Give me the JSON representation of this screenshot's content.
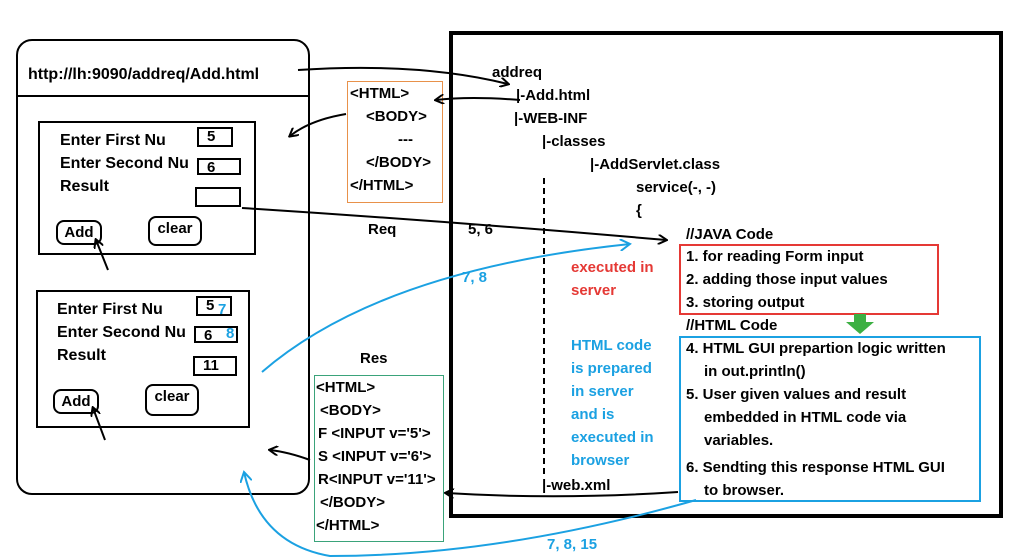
{
  "browser": {
    "url": "http://lh:9090/addreq/Add.html",
    "form1": {
      "label_first": "Enter First Nu",
      "label_second": "Enter Second Nu",
      "label_result": "Result",
      "value_first": "5",
      "value_second": "6",
      "value_result": "",
      "add_label": "Add",
      "clear_label": "clear"
    },
    "form2": {
      "label_first": "Enter First Nu",
      "label_second": "Enter Second Nu",
      "label_result": "Result",
      "value_first": "5",
      "value_first_overwrite": "7",
      "value_second": "6",
      "value_second_overwrite": "8",
      "value_result": "11",
      "add_label": "Add",
      "clear_label": "clear"
    }
  },
  "request_html": {
    "lines": [
      "<HTML>",
      "<BODY>",
      "---",
      "</BODY>",
      "</HTML>"
    ]
  },
  "labels": {
    "req": "Req",
    "req_steps": "5, 6",
    "res": "Res",
    "res_steps_top": "7, 8",
    "res_steps_bottom": "7, 8, 15"
  },
  "response_html": {
    "lines": [
      "<HTML>",
      "<BODY>",
      "F <INPUT v='5'>",
      "S <INPUT v='6'>",
      "R<INPUT v='11'>",
      "</BODY>",
      "</HTML>"
    ]
  },
  "server": {
    "tree": {
      "root": "addreq",
      "add_html": "|-Add.html",
      "web_inf": "|-WEB-INF",
      "classes": "|-classes",
      "servlet_class": "|-AddServlet.class",
      "service": "service(-, -)",
      "brace": "{",
      "web_xml": "|-web.xml"
    },
    "java_code_label": "//JAVA Code",
    "java_steps": [
      "1. for reading Form input",
      "2. adding those input values",
      "3. storing output"
    ],
    "html_code_label": "//HTML Code",
    "html_steps": [
      "4. HTML GUI prepartion logic written",
      "in out.println()",
      "5. User given values and result",
      "embedded in HTML code via",
      "variables.",
      "6. Sendting this response HTML GUI",
      "to browser."
    ],
    "executed_note": [
      "executed in",
      "server"
    ],
    "browser_note": [
      "HTML code",
      "is prepared",
      "in server",
      "and is",
      "executed in",
      "browser"
    ]
  },
  "colors": {
    "blue": "#1ba1e2",
    "red": "#e53935",
    "green": "#3cb043",
    "orange_border": "#e8914a",
    "teal_border": "#3aa37a",
    "java_box_border": "#e53935",
    "html_box_border": "#1ba1e2"
  }
}
